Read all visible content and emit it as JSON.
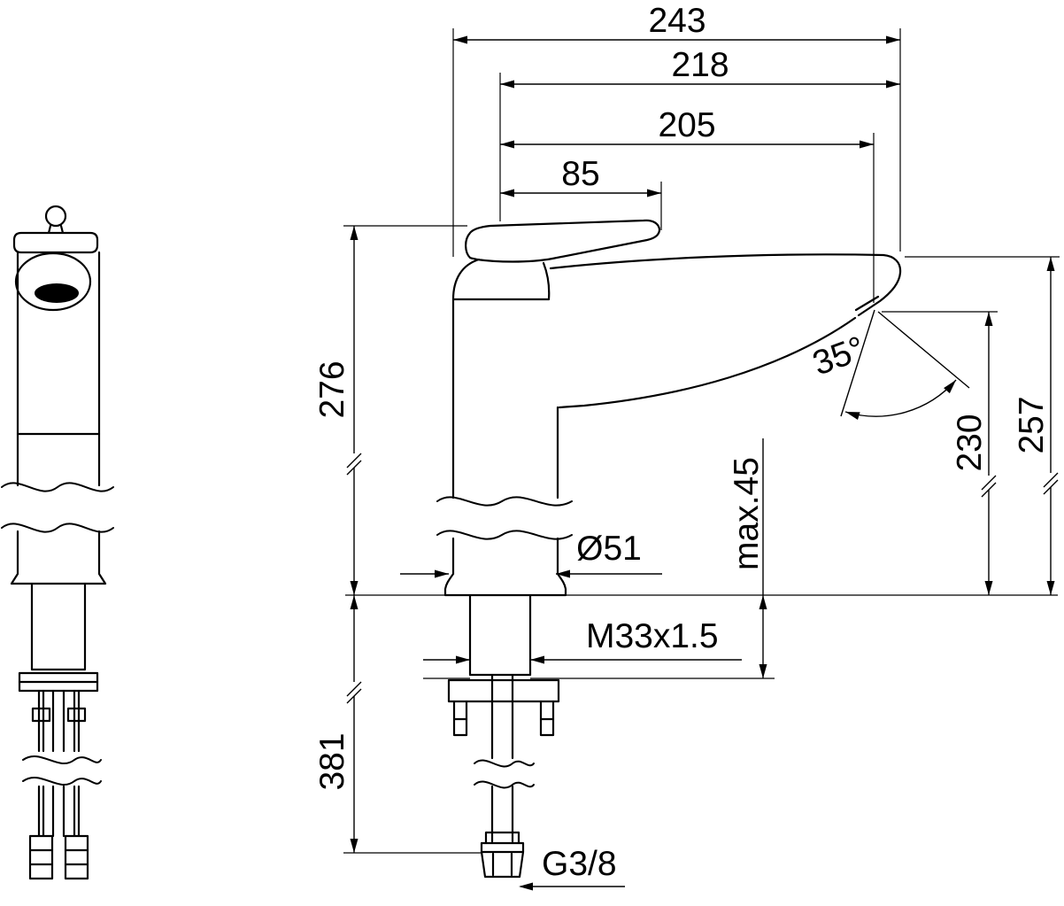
{
  "dims": {
    "overall_projection": "243",
    "spout_tip_projection": "218",
    "outlet_projection": "205",
    "lever_length": "85",
    "height_above_deck": "276",
    "spout_outlet_angle": "35°",
    "outlet_height": "230",
    "spout_tip_height": "257",
    "max_deck_thickness": "max.45",
    "base_diameter": "Ø51",
    "shank_thread": "M33x1.5",
    "length_below_deck": "381",
    "supply_connection": "G3/8"
  }
}
